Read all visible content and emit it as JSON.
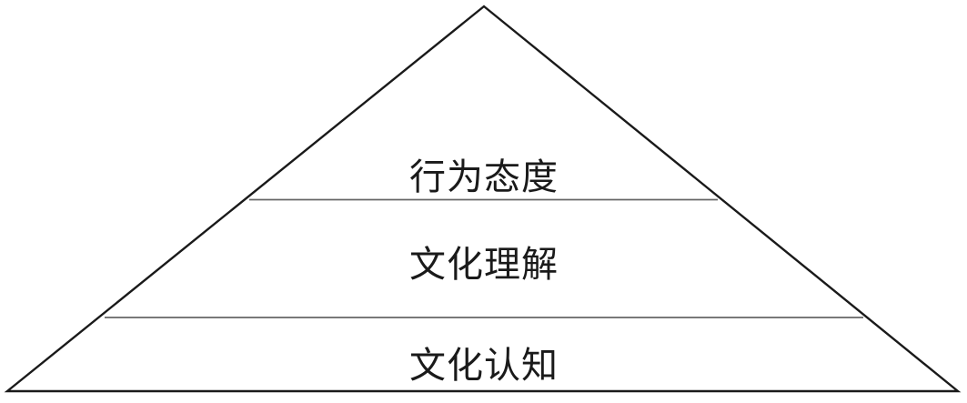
{
  "diagram": {
    "type": "pyramid",
    "levels": [
      {
        "position": "top",
        "label": "行为态度"
      },
      {
        "position": "middle",
        "label": "文化理解"
      },
      {
        "position": "bottom",
        "label": "文化认知"
      }
    ],
    "colors": {
      "outline": "#1a1a1a",
      "divider": "#666666",
      "text": "#1a1a1a",
      "background": "#ffffff"
    }
  }
}
